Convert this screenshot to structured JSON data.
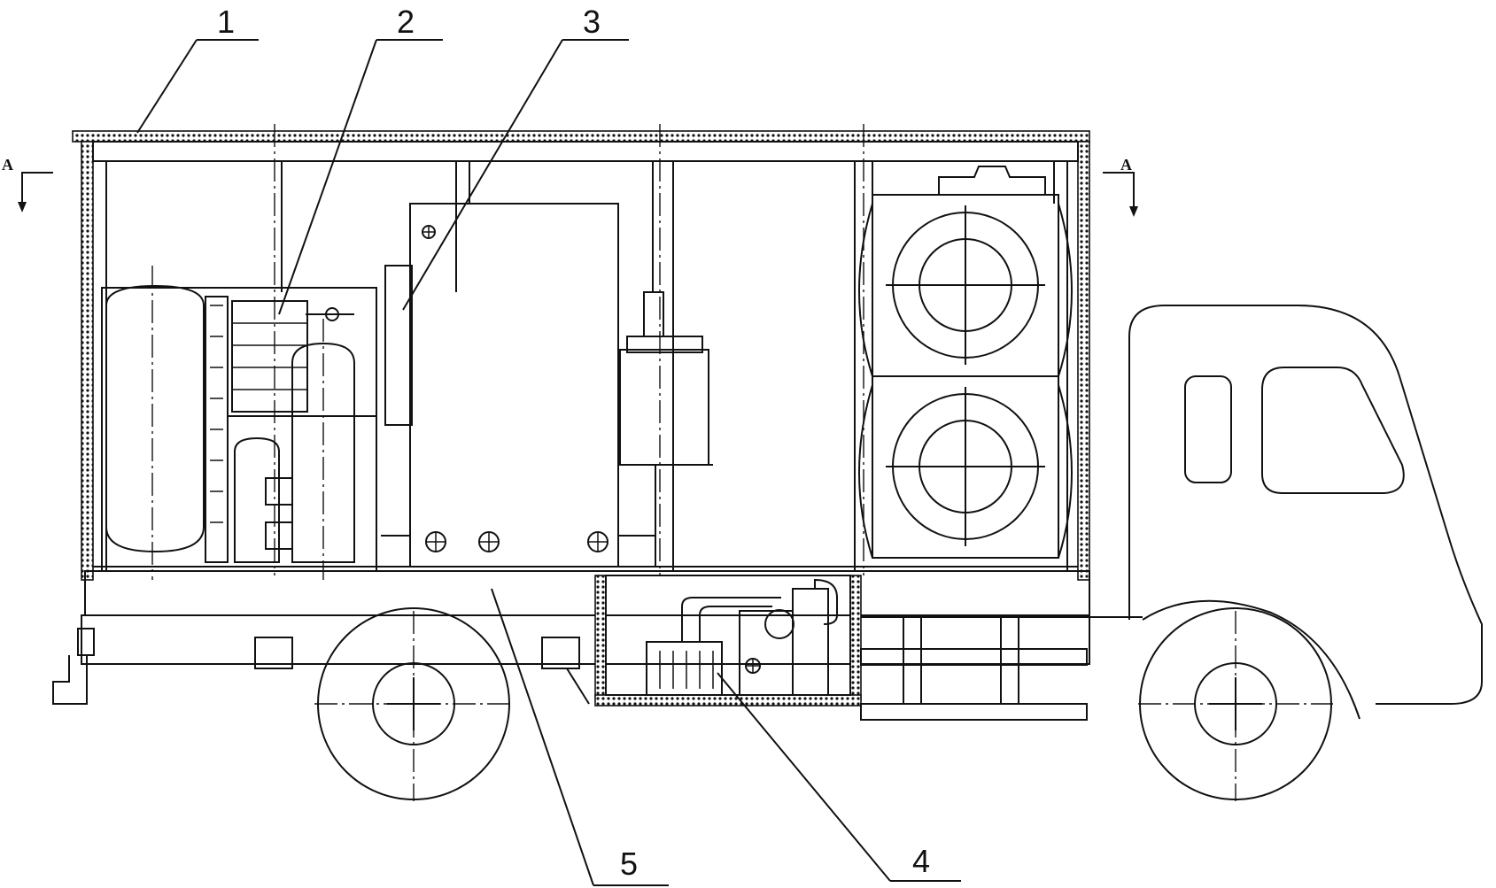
{
  "callouts": [
    {
      "id": "1",
      "label": "1"
    },
    {
      "id": "2",
      "label": "2"
    },
    {
      "id": "3",
      "label": "3"
    },
    {
      "id": "4",
      "label": "4"
    },
    {
      "id": "5",
      "label": "5"
    }
  ],
  "section_marks": {
    "left": "A",
    "right": "A"
  },
  "colors": {
    "line": "#111111",
    "background": "#ffffff"
  }
}
